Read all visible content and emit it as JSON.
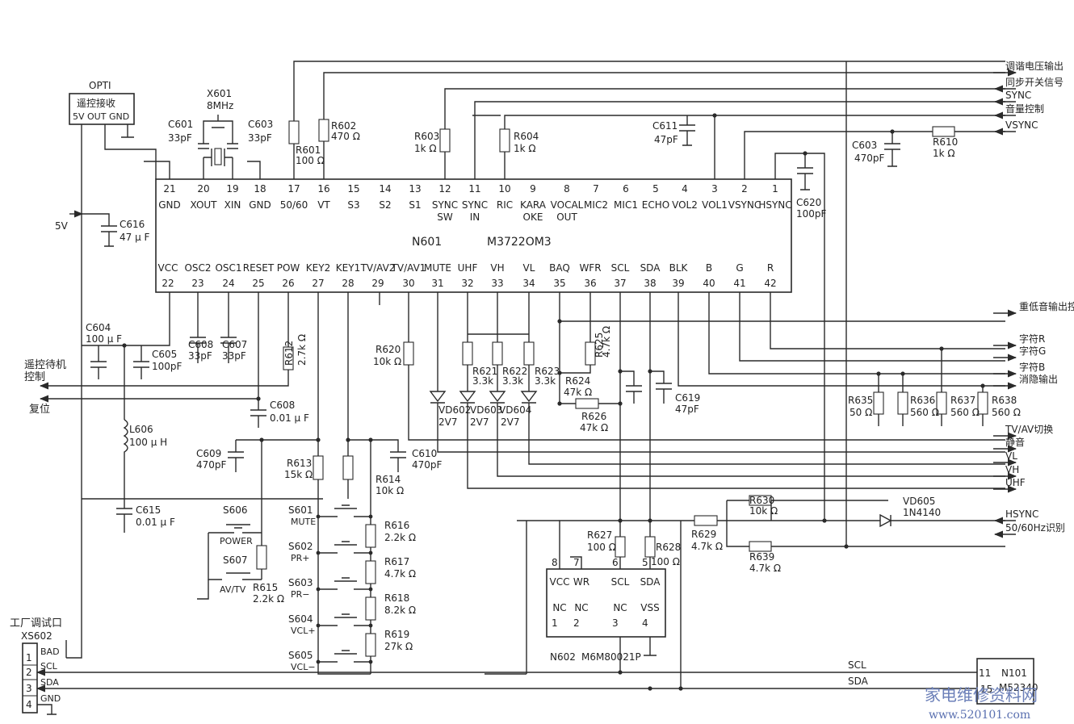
{
  "ic_main": {
    "ref": "N601",
    "part": "M3722OM3",
    "top_pins": [
      {
        "num": "21",
        "name": "GND"
      },
      {
        "num": "20",
        "name": "XOUT"
      },
      {
        "num": "19",
        "name": "XIN"
      },
      {
        "num": "18",
        "name": "GND"
      },
      {
        "num": "17",
        "name": "50/60"
      },
      {
        "num": "16",
        "name": "VT"
      },
      {
        "num": "15",
        "name": "S3"
      },
      {
        "num": "14",
        "name": "S2"
      },
      {
        "num": "13",
        "name": "S1"
      },
      {
        "num": "12",
        "name": "SYNC",
        "name2": "SW"
      },
      {
        "num": "11",
        "name": "SYNC",
        "name2": "IN"
      },
      {
        "num": "10",
        "name": "RIC"
      },
      {
        "num": "9",
        "name": "KARA",
        "name2": "OKE"
      },
      {
        "num": "8",
        "name": "VOCAL",
        "name2": "OUT"
      },
      {
        "num": "7",
        "name": "MIC2"
      },
      {
        "num": "6",
        "name": "MIC1"
      },
      {
        "num": "5",
        "name": "ECHO"
      },
      {
        "num": "4",
        "name": "VOL2"
      },
      {
        "num": "3",
        "name": "VOL1"
      },
      {
        "num": "2",
        "name": "VSYNC"
      },
      {
        "num": "1",
        "name": "HSYNC"
      }
    ],
    "bottom_pins": [
      {
        "num": "22",
        "name": "VCC"
      },
      {
        "num": "23",
        "name": "OSC2"
      },
      {
        "num": "24",
        "name": "OSC1"
      },
      {
        "num": "25",
        "name": "RESET"
      },
      {
        "num": "26",
        "name": "POW"
      },
      {
        "num": "27",
        "name": "KEY2"
      },
      {
        "num": "28",
        "name": "KEY1"
      },
      {
        "num": "29",
        "name": "TV/AV2"
      },
      {
        "num": "30",
        "name": "TV/AV1"
      },
      {
        "num": "31",
        "name": "MUTE"
      },
      {
        "num": "32",
        "name": "UHF"
      },
      {
        "num": "33",
        "name": "VH"
      },
      {
        "num": "34",
        "name": "VL"
      },
      {
        "num": "35",
        "name": "BAQ"
      },
      {
        "num": "36",
        "name": "WFR"
      },
      {
        "num": "37",
        "name": "SCL"
      },
      {
        "num": "38",
        "name": "SDA"
      },
      {
        "num": "39",
        "name": "BLK"
      },
      {
        "num": "40",
        "name": "B"
      },
      {
        "num": "41",
        "name": "G"
      },
      {
        "num": "42",
        "name": "R"
      }
    ]
  },
  "ic_eeprom": {
    "ref": "N602",
    "part": "M6M80021P",
    "top_pins": [
      {
        "num": "8",
        "name": "VCC"
      },
      {
        "num": "7",
        "name": "WR"
      },
      {
        "num": "6",
        "name": "SCL"
      },
      {
        "num": "5",
        "name": "SDA"
      }
    ],
    "bottom_pins": [
      {
        "num": "1",
        "name": "NC"
      },
      {
        "num": "2",
        "name": "NC"
      },
      {
        "num": "3",
        "name": "NC"
      },
      {
        "num": "4",
        "name": "VSS"
      }
    ]
  },
  "ic_n101": {
    "ref": "N101",
    "part": "M52340",
    "pin_scl": "11",
    "pin_sda": "15"
  },
  "opti": {
    "title": "OPTI",
    "line1": "遥控接收",
    "line2": "5V OUT GND"
  },
  "crystal": {
    "ref": "X601",
    "value": "8MHz"
  },
  "connector": {
    "title": "工厂调试口",
    "ref": "XS602",
    "pins": [
      {
        "num": "1",
        "name": "BAD"
      },
      {
        "num": "2",
        "name": "SCL"
      },
      {
        "num": "3",
        "name": "SDA"
      },
      {
        "num": "4",
        "name": "GND"
      }
    ]
  },
  "components": [
    {
      "ref": "C601",
      "value": "33pF"
    },
    {
      "ref": "C603",
      "value": "33pF"
    },
    {
      "ref": "R601",
      "value": "100 Ω"
    },
    {
      "ref": "R602",
      "value": "470 Ω"
    },
    {
      "ref": "R603",
      "value": "1k Ω"
    },
    {
      "ref": "R604",
      "value": "1k Ω"
    },
    {
      "ref": "C611",
      "value": "47pF"
    },
    {
      "ref": "C603",
      "value": "470pF"
    },
    {
      "ref": "R610",
      "value": "1k Ω"
    },
    {
      "ref": "C620",
      "value": "100pF"
    },
    {
      "ref": "C616",
      "value": "47 μ F"
    },
    {
      "ref": "C604",
      "value": "100 μ F"
    },
    {
      "ref": "C605",
      "value": "100pF"
    },
    {
      "ref": "C608",
      "value": "33pF"
    },
    {
      "ref": "C607",
      "value": "33pF"
    },
    {
      "ref": "R612",
      "value": "2.7k Ω"
    },
    {
      "ref": "C608",
      "value": "0.01 μ F"
    },
    {
      "ref": "L606",
      "value": "100 μ H"
    },
    {
      "ref": "C615",
      "value": "0.01 μ F"
    },
    {
      "ref": "C609",
      "value": "470pF"
    },
    {
      "ref": "C610",
      "value": "470pF"
    },
    {
      "ref": "R613",
      "value": "15k Ω"
    },
    {
      "ref": "R614",
      "value": "10k Ω"
    },
    {
      "ref": "R615",
      "value": "2.2k Ω"
    },
    {
      "ref": "R616",
      "value": "2.2k Ω"
    },
    {
      "ref": "R617",
      "value": "4.7k Ω"
    },
    {
      "ref": "R618",
      "value": "8.2k Ω"
    },
    {
      "ref": "R619",
      "value": "27k Ω"
    },
    {
      "ref": "R620",
      "value": "10k Ω"
    },
    {
      "ref": "R621",
      "value": "3.3k"
    },
    {
      "ref": "R622",
      "value": "3.3k"
    },
    {
      "ref": "R623",
      "value": "3.3k"
    },
    {
      "ref": "R624",
      "value": "47k Ω"
    },
    {
      "ref": "R625",
      "value": "4.7k Ω"
    },
    {
      "ref": "R626",
      "value": "47k Ω"
    },
    {
      "ref": "C619",
      "value": "47pF"
    },
    {
      "ref": "VD602",
      "value": "2V7"
    },
    {
      "ref": "VD603",
      "value": "2V7"
    },
    {
      "ref": "VD604",
      "value": "2V7"
    },
    {
      "ref": "R627",
      "value": "100 Ω"
    },
    {
      "ref": "R628",
      "value": "100 Ω"
    },
    {
      "ref": "R629",
      "value": "4.7k Ω"
    },
    {
      "ref": "R630",
      "value": "10k Ω"
    },
    {
      "ref": "R639",
      "value": "4.7k Ω"
    },
    {
      "ref": "VD605",
      "value": "1N4140"
    },
    {
      "ref": "R635",
      "value": "50 Ω"
    },
    {
      "ref": "R636",
      "value": "560 Ω"
    },
    {
      "ref": "R637",
      "value": "560 Ω"
    },
    {
      "ref": "R638",
      "value": "560 Ω"
    }
  ],
  "switches": [
    {
      "ref": "S606",
      "name": "POWER"
    },
    {
      "ref": "S607",
      "name": "AV/TV"
    },
    {
      "ref": "S601",
      "name": "MUTE"
    },
    {
      "ref": "S602",
      "name": "PR+"
    },
    {
      "ref": "S603",
      "name": "PR−"
    },
    {
      "ref": "S604",
      "name": "VCL+"
    },
    {
      "ref": "S605",
      "name": "VCL−"
    }
  ],
  "signals_right": [
    "调谐电压输出",
    "同步开关信号",
    "SYNC",
    "音量控制",
    "VSYNC",
    "重低音输出控制",
    "字符R",
    "字符G",
    "字符B",
    "消隐输出",
    "TV/AV切换",
    "静音",
    "VL",
    "VH",
    "UHF",
    "HSYNC",
    "50/60Hz识别"
  ],
  "signals_left": {
    "v5": "5V",
    "standby": "遥控待机",
    "standby2": "控制",
    "reset": "复位"
  },
  "bus_labels": {
    "scl": "SCL",
    "sda": "SDA"
  },
  "watermark": {
    "line1": "家电维修资料网",
    "line2": "www.520101.com"
  }
}
